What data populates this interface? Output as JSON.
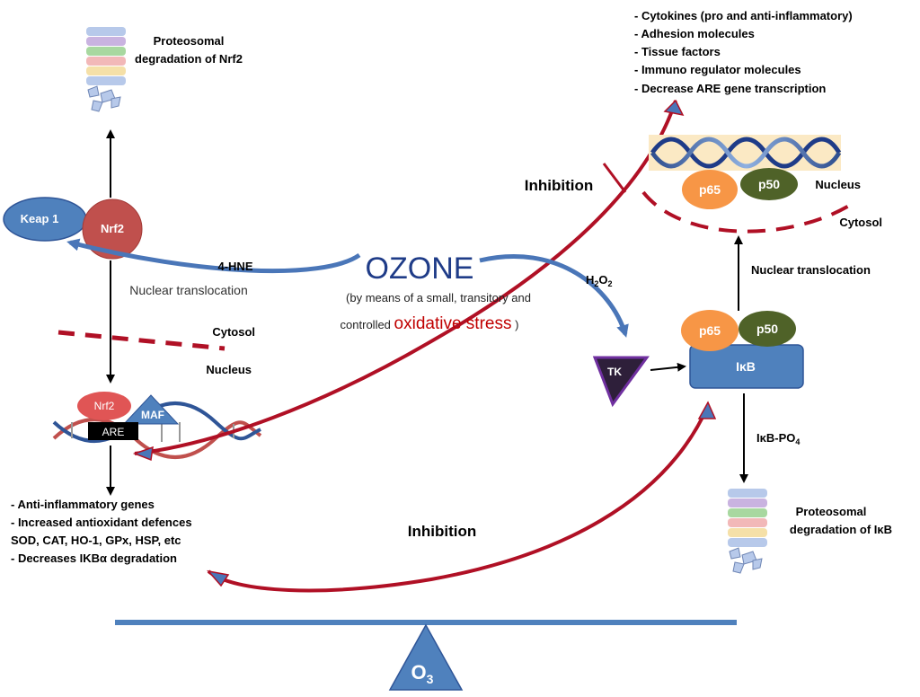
{
  "left": {
    "proteasome_label": [
      "Proteosomal",
      "degradation of Nrf2"
    ],
    "keap1": "Keap 1",
    "nrf2": "Nrf2",
    "four_hne": "4-HNE",
    "nuclear_translocation": "Nuclear translocation",
    "cytosol": "Cytosol",
    "nucleus": "Nucleus",
    "dna_nrf2": "Nrf2",
    "maf": "MAF",
    "are": "ARE",
    "effects": [
      "- Anti-inflammatory genes",
      "- Increased antioxidant defences",
      "SOD, CAT, HO-1, GPx, HSP, etc",
      "- Decreases IKBα degradation"
    ]
  },
  "center": {
    "ozone": "OZONE",
    "sub_line1": "(by means of a small, transitory and",
    "sub_line2_pre": "controlled ",
    "sub_line2_red": "oxidative stress",
    "sub_line2_post": " )",
    "h2o2": "H",
    "h2o2_sub1": "2",
    "h2o2_mid": "O",
    "h2o2_sub2": "2",
    "tk": "TK",
    "inhibition_top": "Inhibition",
    "inhibition_bottom": "Inhibition"
  },
  "right": {
    "effects": [
      "- Cytokines (pro and anti-inflammatory)",
      "- Adhesion molecules",
      "- Tissue factors",
      "- Immuno regulator molecules",
      "- Decrease ARE gene transcription"
    ],
    "p65": "p65",
    "p50": "p50",
    "nucleus": "Nucleus",
    "cytosol": "Cytosol",
    "nuclear_translocation": "Nuclear translocation",
    "ikb": "IκB",
    "ikb_po4": "IκB-PO",
    "ikb_po4_sub": "4",
    "proteasome_label": [
      "Proteosomal",
      "degradation of IκB"
    ]
  },
  "bottom": {
    "o3": "O",
    "o3_sub": "3"
  },
  "colors": {
    "red_arrow": "#b01025",
    "blue_arrow": "#4a76b8",
    "keap_blue": "#4f81bd",
    "nrf2_red": "#c0504d",
    "p65_orange": "#f79646",
    "p50_green": "#4f6228",
    "ikb_blue": "#4f81bd",
    "tk_dark": "#2e1f3a",
    "tk_border": "#7030a0",
    "dna_band": "#fbe9c4",
    "balance_blue": "#4f81bd",
    "dashed_red": "#b01025",
    "ozone_blue": "#1f3c88"
  }
}
